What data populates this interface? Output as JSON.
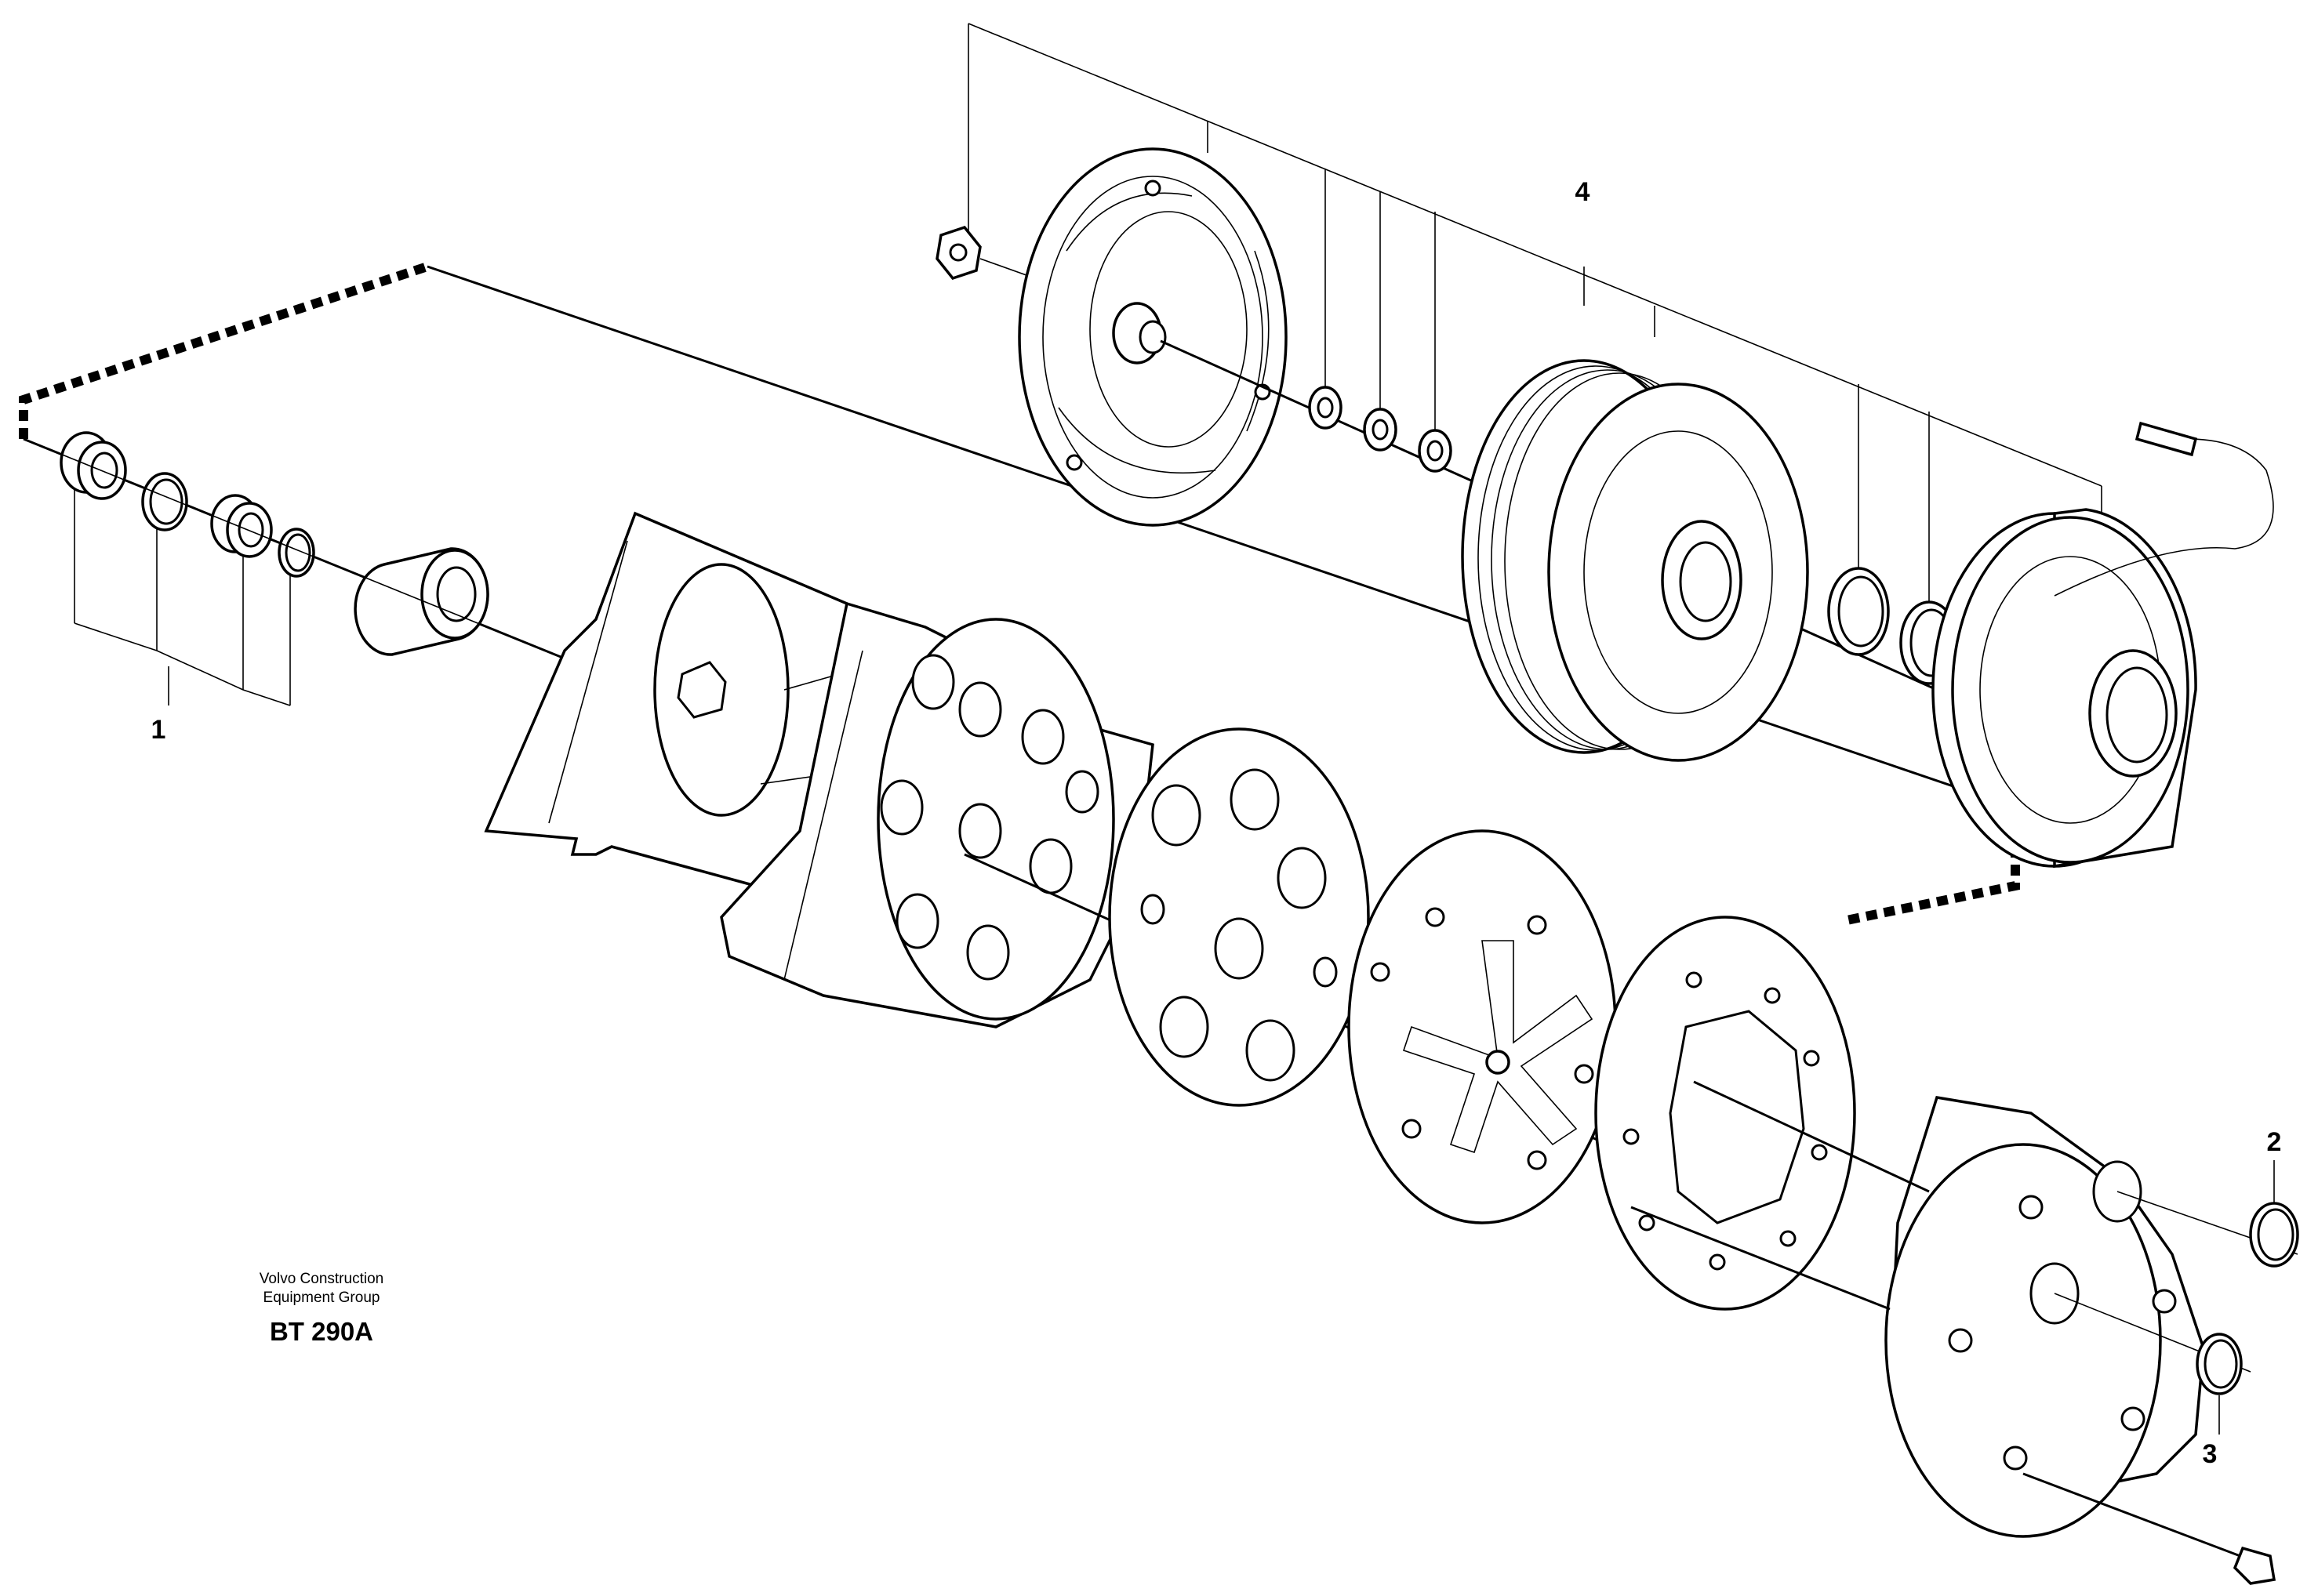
{
  "callouts": {
    "item1": "1",
    "item2": "2",
    "item3": "3",
    "item4": "4"
  },
  "stamp": {
    "line1": "Volvo Construction",
    "line2": "Equipment Group",
    "code": "BT 290A"
  },
  "colors": {
    "ink": "#000000",
    "paper": "#ffffff"
  }
}
